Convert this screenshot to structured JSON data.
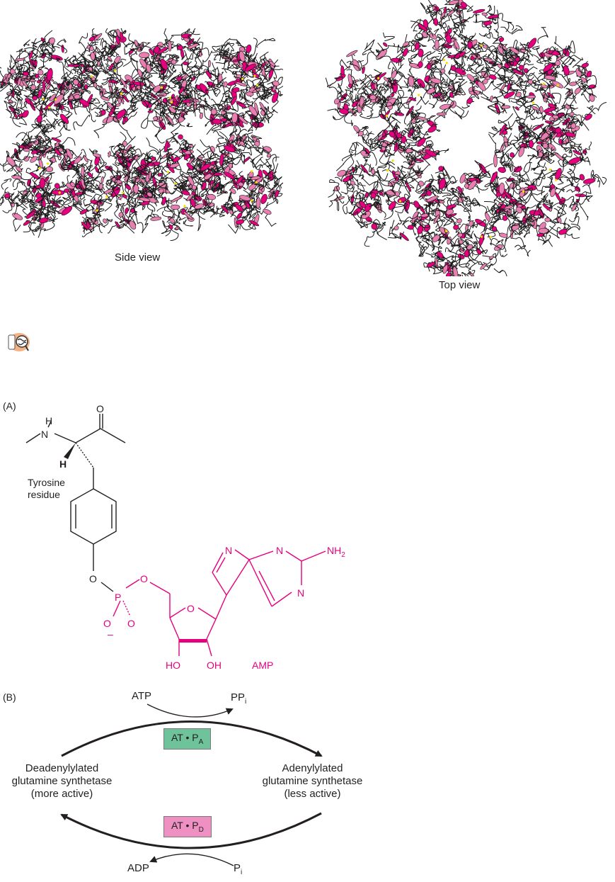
{
  "views": {
    "side_label": "Side view",
    "top_label": "Top view"
  },
  "media_icon": "interactive-structure-icon",
  "panel_a": {
    "tag": "(A)",
    "atoms": {
      "o_top": "O",
      "n_h": "H",
      "n_n": "N",
      "h_alpha": "H",
      "o_link": "O",
      "p": "P",
      "o_bridge": "O",
      "o_minus": "O",
      "o_double": "O",
      "o_ring": "O",
      "n1": "N",
      "n2": "N",
      "n3": "N",
      "ho_left": "HO",
      "oh_right": "OH"
    },
    "minus_sign": "–",
    "nh2": "NH",
    "nh2_sub": "2",
    "tyrosine_line1": "Tyrosine",
    "tyrosine_line2": "residue",
    "amp": "AMP"
  },
  "panel_b": {
    "tag": "(B)",
    "atp": "ATP",
    "ppi": "PP",
    "ppi_sub": "i",
    "adp": "ADP",
    "pi": "P",
    "pi_sub": "i",
    "left_line1": "Deadenylylated",
    "left_line2": "glutamine synthetase",
    "left_line3": "(more active)",
    "right_line1": "Adenylylated",
    "right_line2": "glutamine synthetase",
    "right_line3": "(less active)",
    "box_top": "AT • P",
    "box_top_sub": "A",
    "box_bottom": "AT • P",
    "box_bottom_sub": "D"
  },
  "colors": {
    "magenta": "#e6007e",
    "pink_ribbon": "#e87fb0",
    "box_top_fill": "#6fc39a",
    "box_bottom_fill": "#ee90c2"
  }
}
